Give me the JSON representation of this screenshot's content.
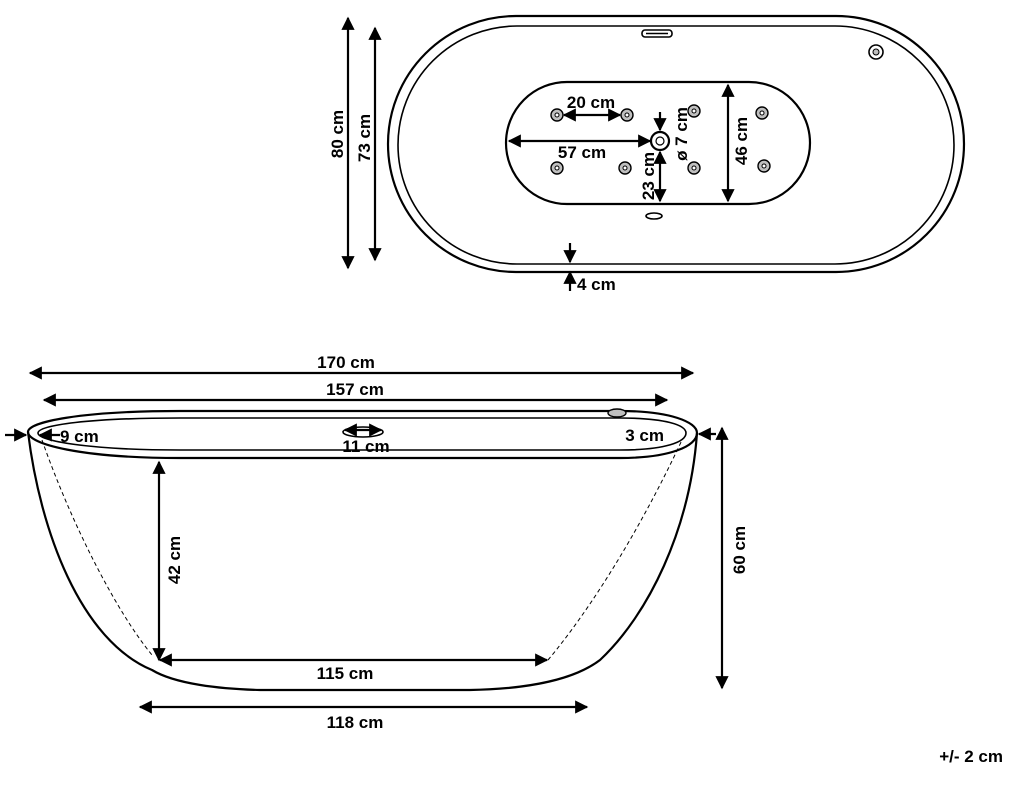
{
  "top_view": {
    "height_outer": "80 cm",
    "height_inner": "73 cm",
    "jet_spacing": "20 cm",
    "basin_length": "57 cm",
    "drain_diameter": "ø 7 cm",
    "basin_width": "46 cm",
    "drain_offset": "23 cm",
    "rim_thickness": "4 cm"
  },
  "side_view": {
    "length_outer": "170 cm",
    "length_inner": "157 cm",
    "rim_left": "9 cm",
    "overflow_width": "11 cm",
    "rim_right": "3 cm",
    "inner_depth": "42 cm",
    "total_height": "60 cm",
    "bottom_inner": "115 cm",
    "bottom_outer": "118 cm"
  },
  "tolerance": "+/- 2 cm"
}
